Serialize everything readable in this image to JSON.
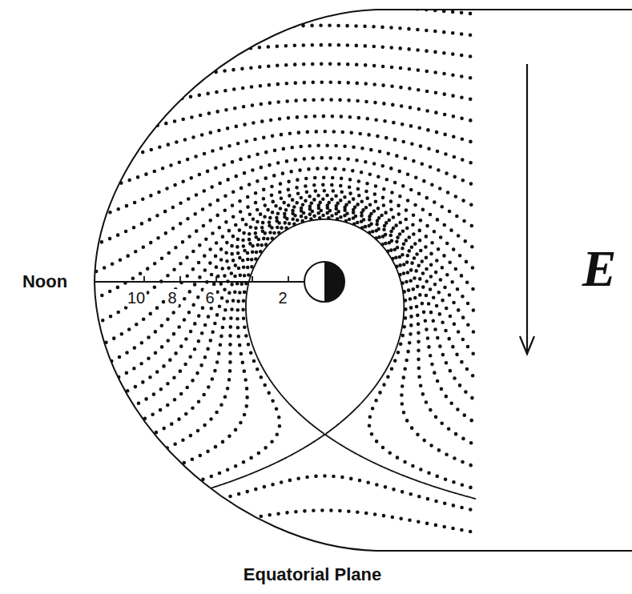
{
  "diagram": {
    "caption": "Equatorial Plane",
    "labels": [
      "Noon",
      "10",
      "8",
      "6",
      "2",
      "E"
    ]
  }
}
